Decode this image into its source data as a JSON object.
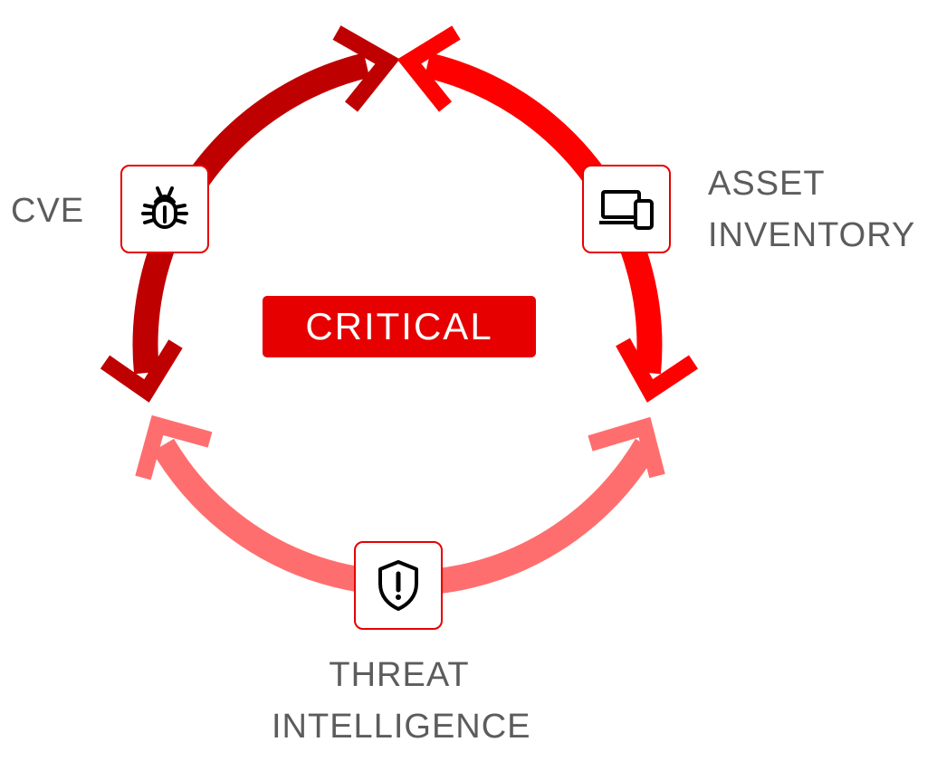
{
  "center": {
    "label": "CRITICAL"
  },
  "nodes": {
    "cve": {
      "label": "CVE",
      "icon": "bug-icon"
    },
    "asset": {
      "lines": [
        "ASSET",
        "INVENTORY"
      ],
      "icon": "devices-icon"
    },
    "threat": {
      "lines": [
        "THREAT",
        "INTELLIGENCE"
      ],
      "icon": "shield-alert-icon"
    }
  },
  "colors": {
    "arc_left": "#bf0000",
    "arc_right": "#ff0000",
    "arc_bottom": "#ff6e6e",
    "badge": "#e60000",
    "text": "#5c5c5c"
  }
}
